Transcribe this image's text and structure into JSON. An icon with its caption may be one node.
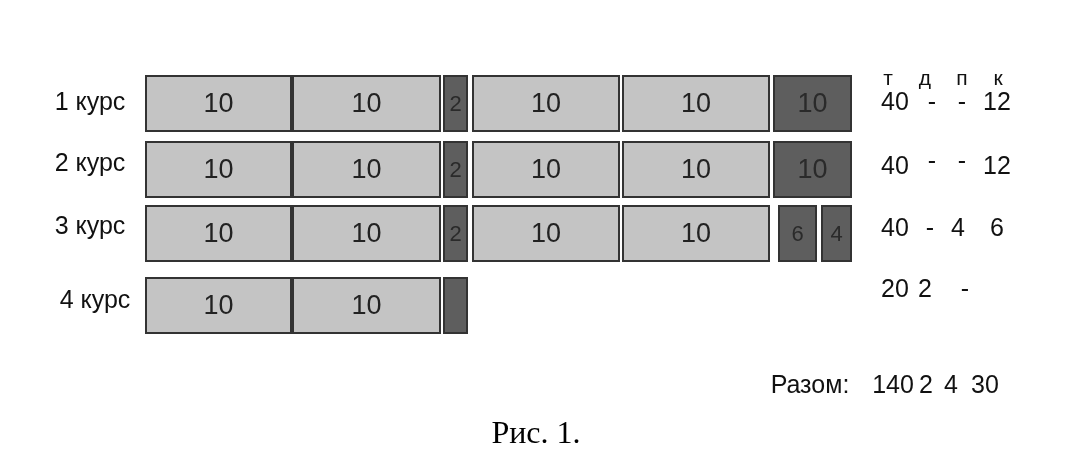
{
  "diagram": {
    "caption": "Рис. 1.",
    "nodes": [
      {
        "text": [
          "10"
        ]
      },
      {
        "text": [
          "10"
        ]
      },
      {
        "text": [
          "2"
        ]
      },
      {
        "text": [
          "10"
        ]
      },
      {
        "text": [
          "10"
        ]
      },
      {
        "text": [
          "10"
        ]
      },
      {
        "text": [
          "10"
        ]
      },
      {
        "text": [
          "10"
        ]
      },
      {
        "text": [
          "2"
        ]
      },
      {
        "text": [
          "10"
        ]
      },
      {
        "text": [
          "10"
        ]
      },
      {
        "text": [
          "10"
        ]
      },
      {
        "text": [
          "10"
        ]
      },
      {
        "text": [
          "10"
        ]
      },
      {
        "text": [
          "2"
        ]
      },
      {
        "text": [
          "10"
        ]
      },
      {
        "text": [
          "10"
        ]
      },
      {
        "text": [
          "6"
        ]
      },
      {
        "text": [
          "4"
        ]
      },
      {
        "text": [
          "10"
        ]
      },
      {
        "text": [
          "10"
        ]
      },
      {
        "text": [],
        "shape": "box"
      }
    ],
    "edges": [],
    "labels": [
      "т",
      "д",
      "п",
      "к",
      "1 курс",
      "40",
      "-",
      "-",
      "12",
      "2 курс",
      "40",
      "-",
      "-",
      "12",
      "3 курс",
      "40",
      "-",
      "4",
      "6",
      "4 курс",
      "20",
      "2",
      "-",
      "Разом:",
      "140",
      "2",
      "4",
      "30"
    ]
  }
}
